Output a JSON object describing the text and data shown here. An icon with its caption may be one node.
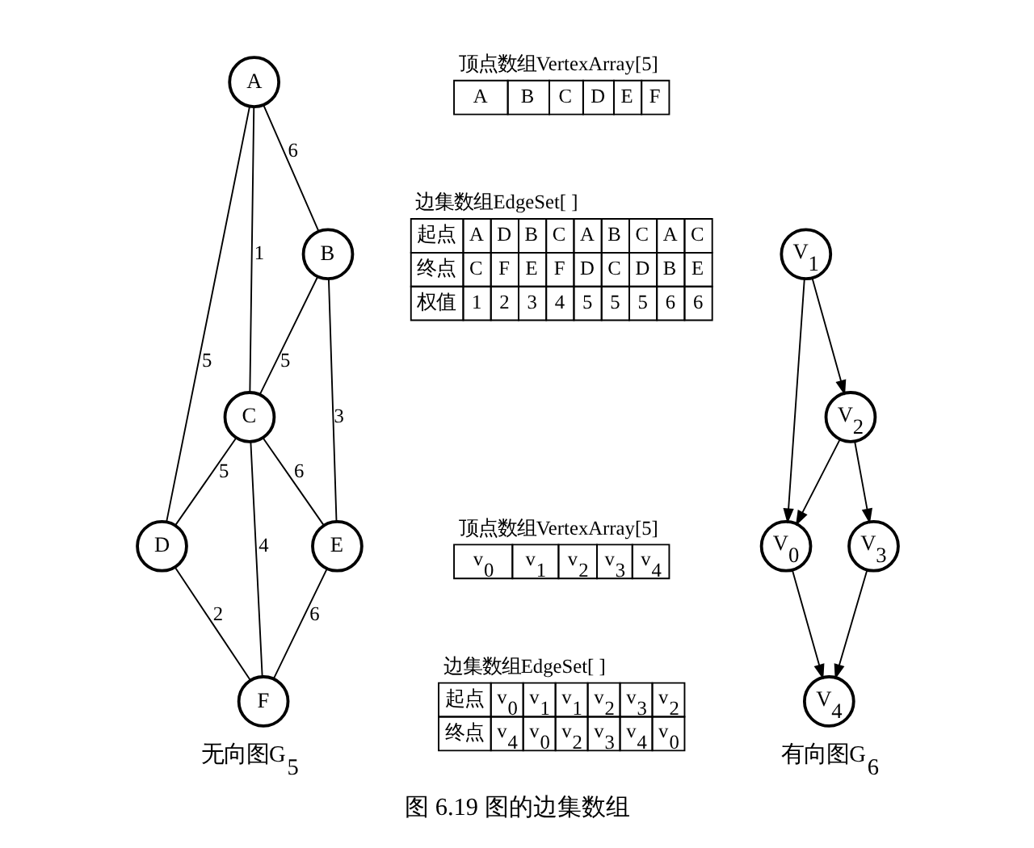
{
  "diagram": {
    "caption": "图 6.19 图的边集数组",
    "nodes": [
      {
        "text": [
          "A"
        ]
      },
      {
        "text": [
          "B"
        ]
      },
      {
        "text": [
          "C"
        ]
      },
      {
        "text": [
          "D"
        ]
      },
      {
        "text": [
          "E"
        ]
      },
      {
        "text": [
          "F"
        ]
      },
      {
        "text": [
          "V$_{0}$"
        ]
      },
      {
        "text": [
          "V$_{1}$"
        ]
      },
      {
        "text": [
          "V$_{2}$"
        ]
      },
      {
        "text": [
          "V$_{3}$"
        ]
      },
      {
        "text": [
          "V$_{4}$"
        ]
      }
    ],
    "edges": [
      {
        "from": 0,
        "to": 1,
        "arrow": "none",
        "label": "6"
      },
      {
        "from": 0,
        "to": 2,
        "arrow": "none",
        "label": "1"
      },
      {
        "from": 0,
        "to": 3,
        "arrow": "none",
        "label": "5"
      },
      {
        "from": 1,
        "to": 2,
        "arrow": "none",
        "label": "5"
      },
      {
        "from": 2,
        "to": 3,
        "arrow": "none",
        "label": "5"
      },
      {
        "from": 1,
        "to": 4,
        "arrow": "none",
        "label": "3"
      },
      {
        "from": 2,
        "to": 4,
        "arrow": "none",
        "label": "6"
      },
      {
        "from": 2,
        "to": 5,
        "arrow": "none",
        "label": "4"
      },
      {
        "from": 3,
        "to": 5,
        "arrow": "none",
        "label": "2"
      },
      {
        "from": 4,
        "to": 5,
        "arrow": "none",
        "label": "6"
      },
      {
        "from": 7,
        "to": 6,
        "arrow": "to"
      },
      {
        "from": 7,
        "to": 8,
        "arrow": "to"
      },
      {
        "from": 8,
        "to": 6,
        "arrow": "to"
      },
      {
        "from": 8,
        "to": 9,
        "arrow": "to"
      },
      {
        "from": 9,
        "to": 10,
        "arrow": "to"
      },
      {
        "from": 6,
        "to": 10,
        "arrow": "to"
      }
    ],
    "labels": [
      "顶点数组VertexArray[5]",
      "A",
      "B",
      "C",
      "D",
      "E",
      "F",
      "边集数组EdgeSet[ ]",
      "起点",
      "A",
      "D",
      "B",
      "C",
      "A",
      "B",
      "C",
      "A",
      "C",
      "终点",
      "C",
      "F",
      "E",
      "F",
      "D",
      "C",
      "D",
      "B",
      "E",
      "权值",
      "1",
      "2",
      "3",
      "4",
      "5",
      "5",
      "5",
      "6",
      "6",
      "无向图G$_{5}$",
      "顶点数组VertexArray[5]",
      "v$_{0}$",
      "v$_{1}$",
      "v$_{2}$",
      "v$_{3}$",
      "v$_{4}$",
      "边集数组EdgeSet[ ]",
      "起点",
      "v$_{0}$",
      "v$_{1}$",
      "v$_{1}$",
      "v$_{2}$",
      "v$_{3}$",
      "v$_{2}$",
      "终点",
      "v$_{4}$",
      "v$_{0}$",
      "v$_{2}$",
      "v$_{3}$",
      "v$_{4}$",
      "v$_{0}$",
      "有向图G$_{6}$"
    ]
  }
}
